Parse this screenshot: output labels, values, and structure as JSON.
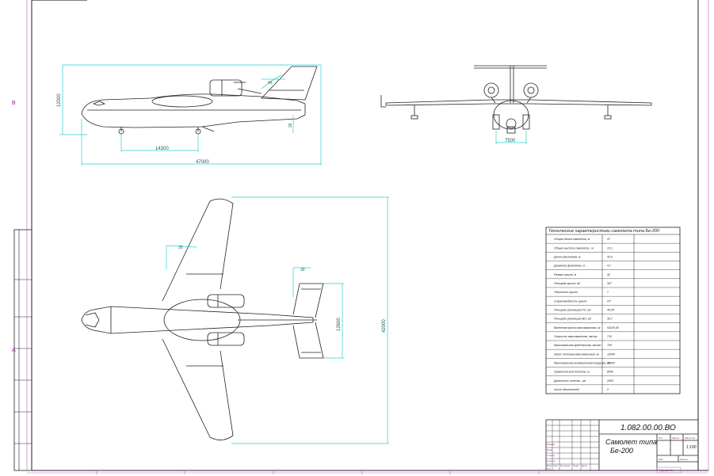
{
  "drawing": {
    "number": "1.082.00.00.ВО",
    "title_line1": "Самолет типа",
    "title_line2": "Бе-200",
    "scale": "1:100",
    "sheet_marker": "Формат А3"
  },
  "zone_letters": [
    "В",
    "А"
  ],
  "dimensions": {
    "side_height": "12000",
    "side_gear_base": "14300",
    "side_length": "47000",
    "side_small": "26",
    "side_angle": "45",
    "front_gear_track": "7500",
    "top_span": "42000",
    "top_stab_span": "12600",
    "top_sweep_wing": "25",
    "top_sweep_tail": "30"
  },
  "spec_table": {
    "title": "Технические характеристики самолета типа Бе-200",
    "rows": [
      {
        "name": "Общая длина самолета, м",
        "value": "47"
      },
      {
        "name": "Общая высота самолета , м",
        "value": "13,1"
      },
      {
        "name": "Длина фюзеляжа, м",
        "value": "42,0"
      },
      {
        "name": "Диаметр фюзеляжа, м",
        "value": "4,7"
      },
      {
        "name": "Размах крыла, м",
        "value": "42"
      },
      {
        "name": "Площадь крыла, м2",
        "value": "367"
      },
      {
        "name": "Удлинение крыла",
        "value": "7"
      },
      {
        "name": "Стреловидность крыла",
        "value": "23°"
      },
      {
        "name": "Площадь (проекция) ГО, м2",
        "value": "40,05"
      },
      {
        "name": "Площадь (проекция) ВО, м2",
        "value": "36,7"
      },
      {
        "name": "Взлетная масса максимальная, кг",
        "value": "64220,50"
      },
      {
        "name": "Скорость максимальная, км/час",
        "value": "710"
      },
      {
        "name": "Максимальная крейсерская, км/час",
        "value": "700"
      },
      {
        "name": "Запас топлива максимальный, кг",
        "value": "12000"
      },
      {
        "name": "Максимальная коммерческая нагрузка, кг",
        "value": "30000"
      },
      {
        "name": "Практический потолок, м",
        "value": "8000"
      },
      {
        "name": "Дальность полета , км",
        "value": "2500"
      },
      {
        "name": "Число двигателей",
        "value": "2"
      }
    ]
  },
  "title_block_labels": [
    "Изм.",
    "Лист",
    "№ докум.",
    "Подп.",
    "Дата",
    "Разраб.",
    "Пров.",
    "Т.контр.",
    "Н.контр.",
    "Утв.",
    "Лит.",
    "Масса",
    "Масштаб",
    "Лист",
    "Листов"
  ]
}
